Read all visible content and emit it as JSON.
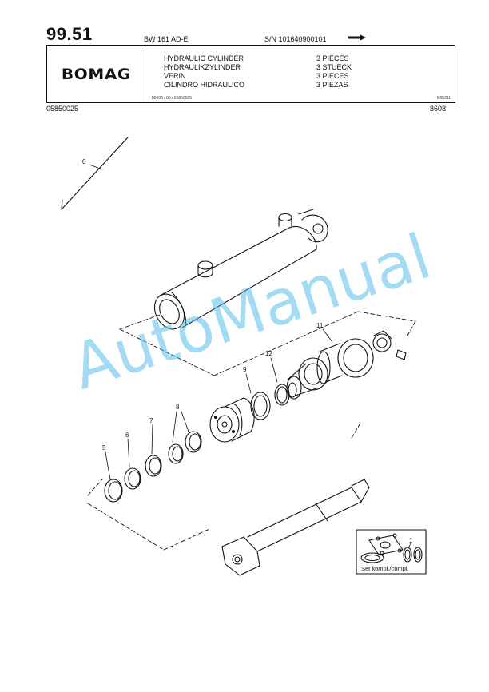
{
  "header": {
    "page_number": "99.51",
    "model": "BW 161 AD-E",
    "serial": "S/N 101640900101",
    "brand": "BOMAG",
    "descriptions": [
      "HYDRAULIC CYLINDER",
      "HYDRAULIKZYLINDER",
      "VERIN",
      "CILINDRO HIDRAULICO"
    ],
    "quantities": [
      "3 PIECES",
      "3 STUECK",
      "3 PIECES",
      "3 PIEZAS"
    ],
    "ref_codes": "00008 / 00 / 05850025",
    "stamp": "E05311",
    "part_number": "05850025",
    "date_code": "8608"
  },
  "callouts": {
    "c0": "0",
    "c1": "1",
    "c5": "5",
    "c6": "6",
    "c7": "7",
    "c8": "8",
    "c9": "9",
    "c11": "11",
    "c12": "12"
  },
  "set_label": "Set kompl./compl.",
  "watermark": "AutoManual"
}
